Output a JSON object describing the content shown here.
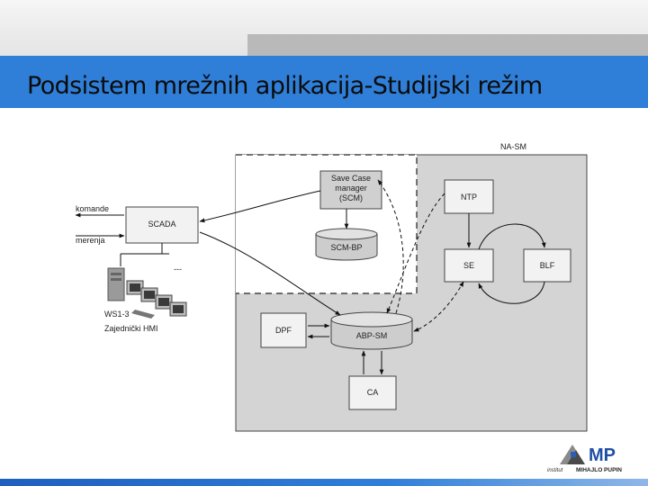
{
  "slide": {
    "title": "Podsistem mrežnih aplikacija-Studijski režim"
  },
  "diagram": {
    "region_label": "NA-SM",
    "nodes": {
      "scm": [
        "Save Case",
        "manager",
        "(SCM)"
      ],
      "scm_bp": "SCM-BP",
      "ntp": "NTP",
      "se": "SE",
      "blf": "BLF",
      "dpf": "DPF",
      "abp_sm": "ABP-SM",
      "ca": "CA",
      "scada": "SCADA"
    },
    "left_labels": {
      "komande": "komande",
      "merenja": "merenja",
      "ws": "WS1-3",
      "hmi": "Zajednički HMI",
      "ellipsis": "---"
    }
  },
  "logo": {
    "mark": "MP",
    "institute": "institut",
    "name": "MIHAJLO PUPIN"
  },
  "colors": {
    "title_band": "#2f7fd8",
    "region_fill": "#d4d4d4",
    "box_fill": "#f2f2f2",
    "db_fill": "#cdcdcd"
  }
}
